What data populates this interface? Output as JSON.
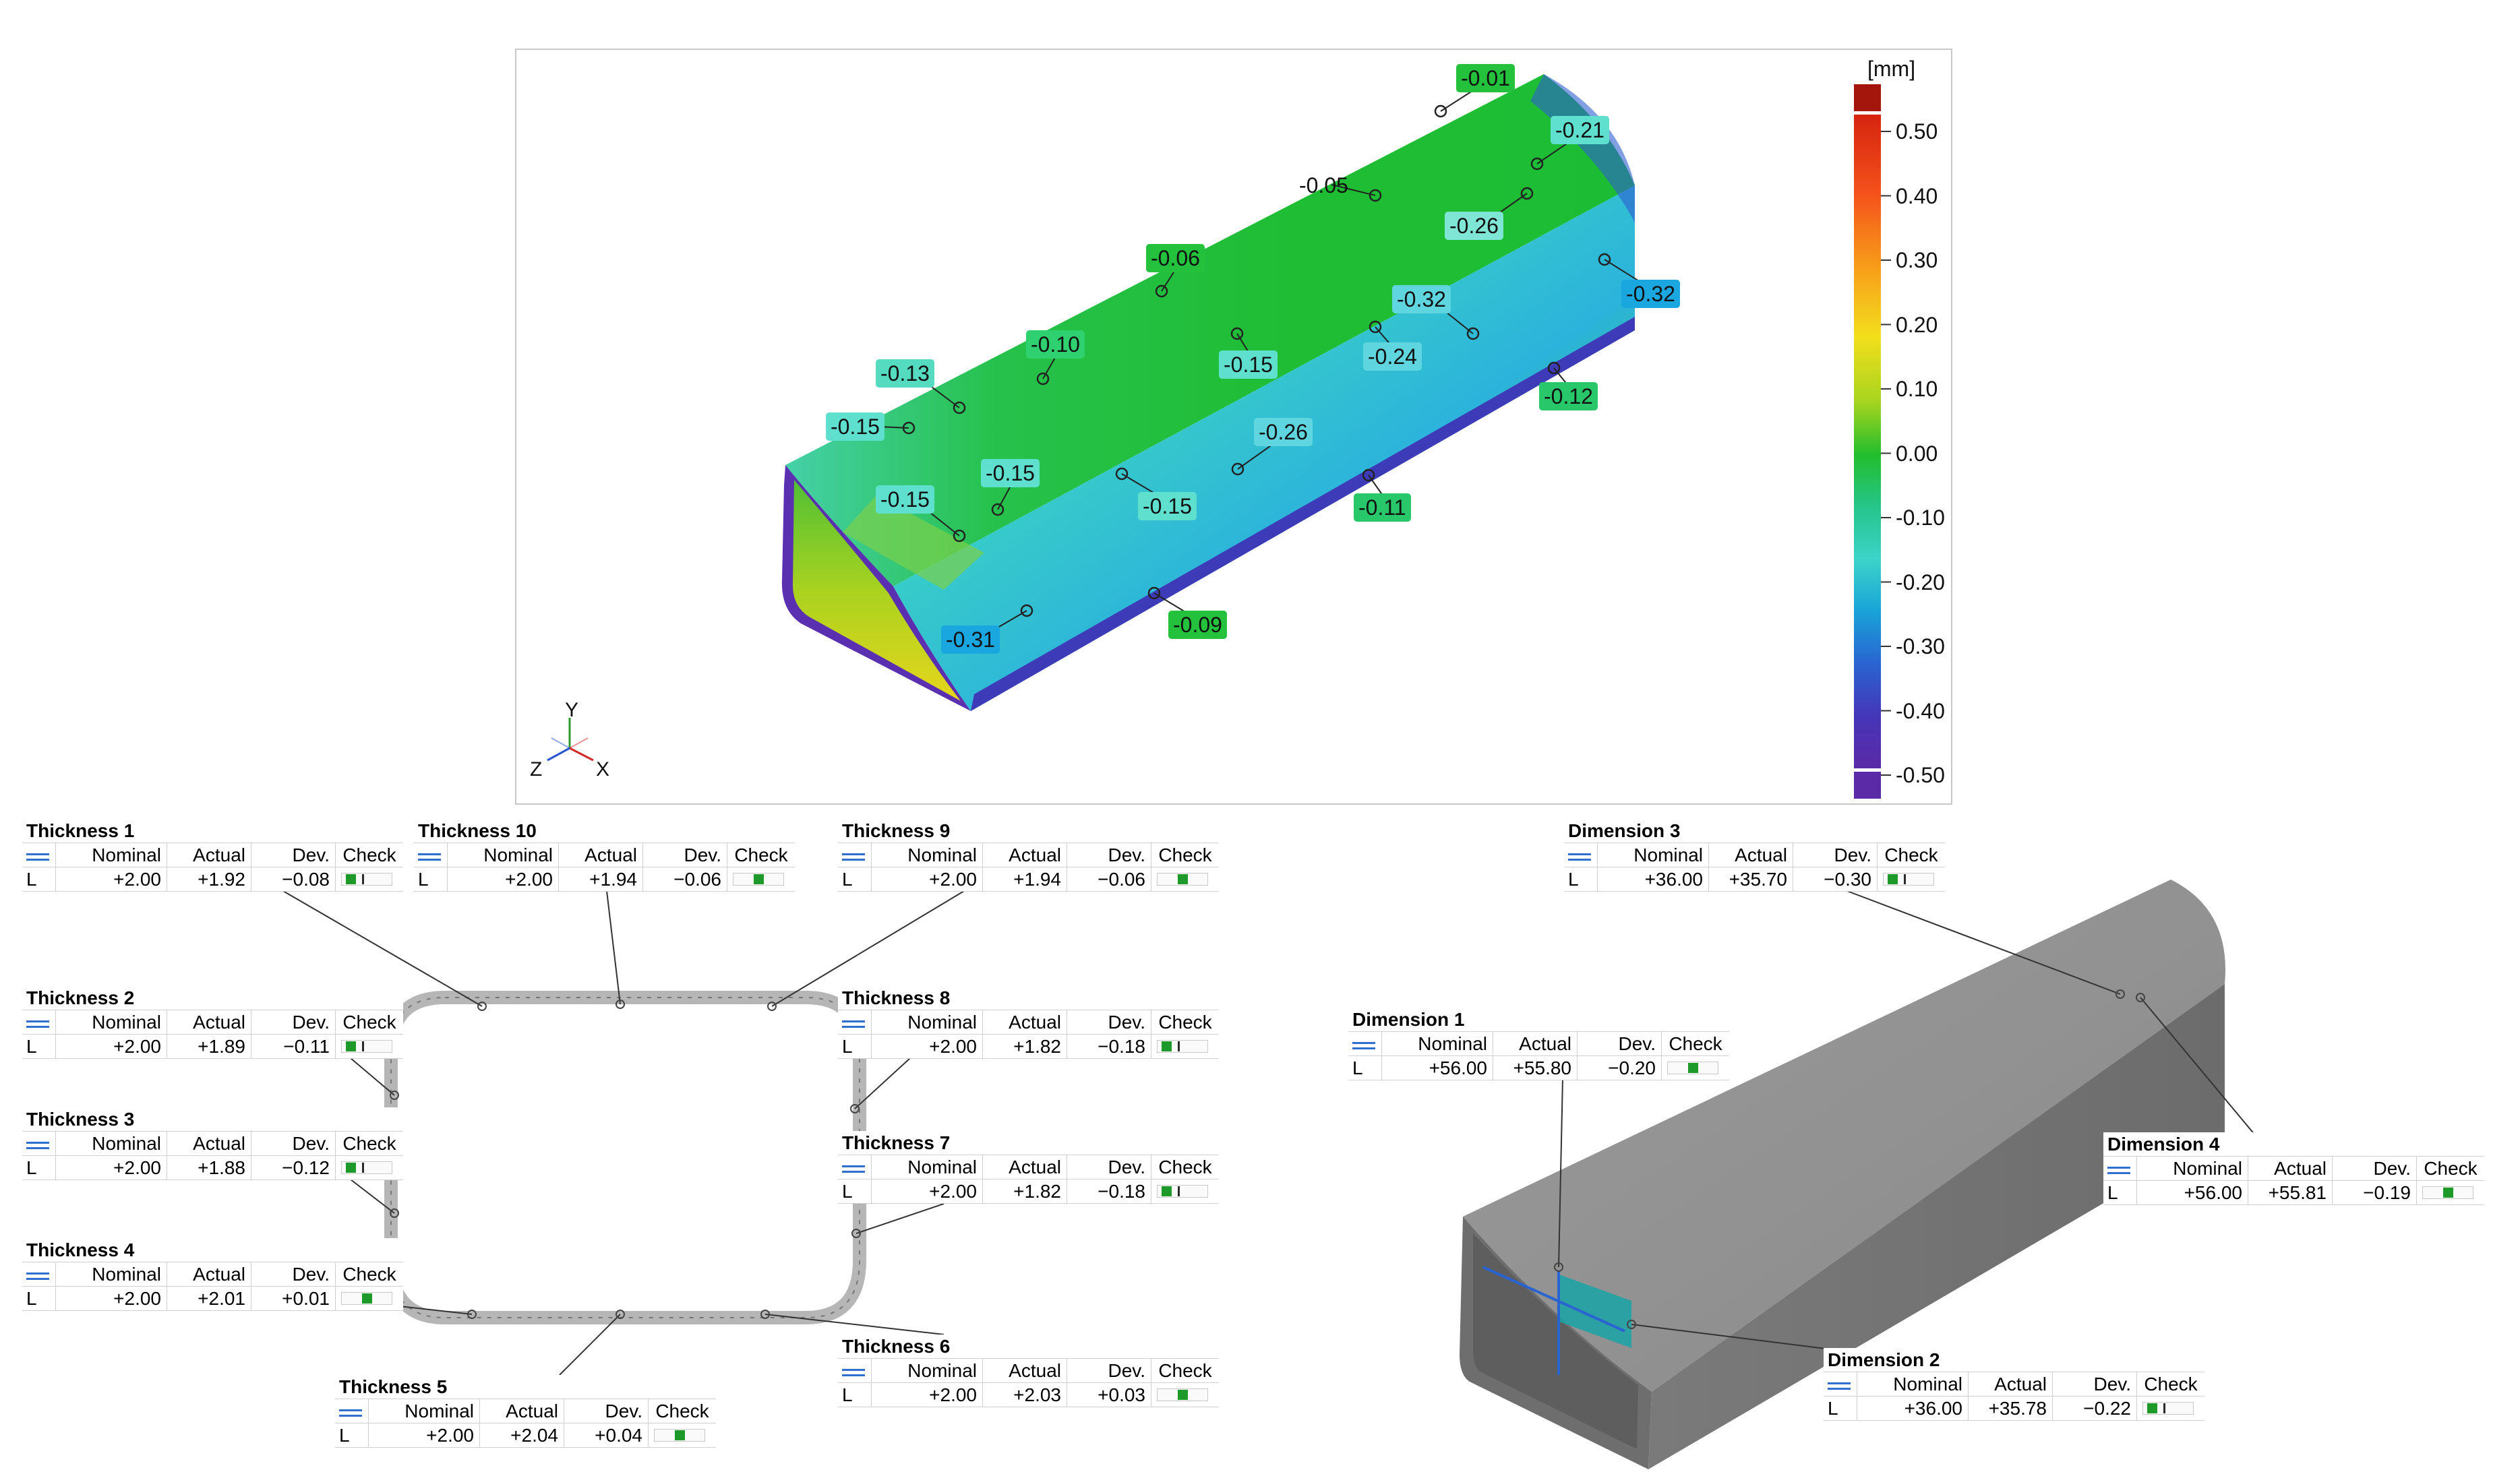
{
  "colorbar": {
    "unit": "[mm]",
    "ticks": [
      "0.50",
      "0.40",
      "0.30",
      "0.20",
      "0.10",
      "0.00",
      "-0.10",
      "-0.20",
      "-0.30",
      "-0.40",
      "-0.50"
    ]
  },
  "axis_triad": {
    "y": "Y",
    "z": "Z",
    "x": "X"
  },
  "deviation_labels": [
    {
      "text": "-0.01",
      "color": "#24c23c"
    },
    {
      "text": "-0.21",
      "color": "#5fe0cf"
    },
    {
      "text": "-0.05",
      "color": "none"
    },
    {
      "text": "-0.26",
      "color": "#7fe6d5"
    },
    {
      "text": "-0.32",
      "color": "#1aa7e0"
    },
    {
      "text": "-0.32",
      "color": "#5fd6df"
    },
    {
      "text": "-0.06",
      "color": "#24c23c"
    },
    {
      "text": "-0.10",
      "color": "#2fd070"
    },
    {
      "text": "-0.15",
      "color": "#5fe0cf"
    },
    {
      "text": "-0.24",
      "color": "#5fd6df"
    },
    {
      "text": "-0.12",
      "color": "#28c86a"
    },
    {
      "text": "-0.13",
      "color": "#55dcc0"
    },
    {
      "text": "-0.15",
      "color": "#5fe0cf"
    },
    {
      "text": "-0.26",
      "color": "#5fd6df"
    },
    {
      "text": "-0.15",
      "color": "#5fe0cf"
    },
    {
      "text": "-0.15",
      "color": "#5fe0cf"
    },
    {
      "text": "-0.15",
      "color": "#5fe0cf"
    },
    {
      "text": "-0.11",
      "color": "#28c86a"
    },
    {
      "text": "-0.31",
      "color": "#1aa7e0"
    },
    {
      "text": "-0.09",
      "color": "#24c23c"
    }
  ],
  "columns": {
    "unit_icon": "length-arrows-icon",
    "nominal": "Nominal",
    "actual": "Actual",
    "dev": "Dev.",
    "check": "Check"
  },
  "tables": [
    {
      "title": "Thickness 1",
      "type": "L",
      "nominal": "+2.00",
      "actual": "+1.92",
      "dev": "−0.08",
      "check_ticks": "left"
    },
    {
      "title": "Thickness 10",
      "type": "L",
      "nominal": "+2.00",
      "actual": "+1.94",
      "dev": "−0.06",
      "check_ticks": "none"
    },
    {
      "title": "Thickness 9",
      "type": "L",
      "nominal": "+2.00",
      "actual": "+1.94",
      "dev": "−0.06",
      "check_ticks": "none"
    },
    {
      "title": "Dimension 3",
      "type": "L",
      "nominal": "+36.00",
      "actual": "+35.70",
      "dev": "−0.30",
      "check_ticks": "left"
    },
    {
      "title": "Thickness 2",
      "type": "L",
      "nominal": "+2.00",
      "actual": "+1.89",
      "dev": "−0.11",
      "check_ticks": "left"
    },
    {
      "title": "Thickness 8",
      "type": "L",
      "nominal": "+2.00",
      "actual": "+1.82",
      "dev": "−0.18",
      "check_ticks": "left"
    },
    {
      "title": "Dimension 1",
      "type": "L",
      "nominal": "+56.00",
      "actual": "+55.80",
      "dev": "−0.20",
      "check_ticks": "none"
    },
    {
      "title": "Thickness 3",
      "type": "L",
      "nominal": "+2.00",
      "actual": "+1.88",
      "dev": "−0.12",
      "check_ticks": "left"
    },
    {
      "title": "Thickness 7",
      "type": "L",
      "nominal": "+2.00",
      "actual": "+1.82",
      "dev": "−0.18",
      "check_ticks": "left"
    },
    {
      "title": "Dimension 4",
      "type": "L",
      "nominal": "+56.00",
      "actual": "+55.81",
      "dev": "−0.19",
      "check_ticks": "none"
    },
    {
      "title": "Thickness 4",
      "type": "L",
      "nominal": "+2.00",
      "actual": "+2.01",
      "dev": "+0.01",
      "check_ticks": "none"
    },
    {
      "title": "Thickness 6",
      "type": "L",
      "nominal": "+2.00",
      "actual": "+2.03",
      "dev": "+0.03",
      "check_ticks": "none"
    },
    {
      "title": "Dimension 2",
      "type": "L",
      "nominal": "+36.00",
      "actual": "+35.78",
      "dev": "−0.22",
      "check_ticks": "left"
    },
    {
      "title": "Thickness 5",
      "type": "L",
      "nominal": "+2.00",
      "actual": "+2.04",
      "dev": "+0.04",
      "check_ticks": "none"
    }
  ]
}
